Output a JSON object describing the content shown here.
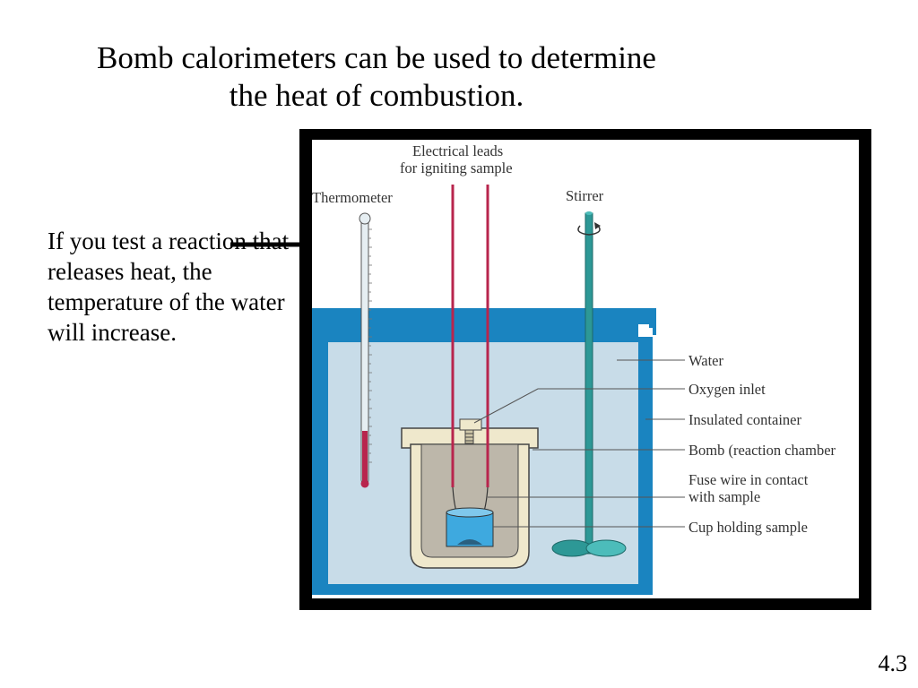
{
  "slide": {
    "title_line1": "Bomb calorimeters can be used to determine",
    "title_line2": "the heat of combustion.",
    "note": "If you test a reaction that releases heat, the temperature of the water will increase.",
    "number": "4.3"
  },
  "diagram": {
    "labels": {
      "electrical_leads_1": "Electrical leads",
      "electrical_leads_2": "for igniting sample",
      "thermometer": "Thermometer",
      "stirrer": "Stirrer",
      "water": "Water",
      "oxygen_inlet": "Oxygen inlet",
      "insulated_container": "Insulated container",
      "bomb": "Bomb (reaction chamber",
      "fuse_wire_1": "Fuse wire in contact",
      "fuse_wire_2": "with sample",
      "cup": "Cup holding sample"
    },
    "colors": {
      "water": "#c8dce8",
      "container": "#1a84c0",
      "bomb_casing": "#efe8cc",
      "bomb_interior": "#bdb7aa",
      "leads": "#b8254d",
      "stirrer": "#2d9896",
      "thermometer_fluid": "#b8254d",
      "cup": "#3ea9df"
    }
  }
}
